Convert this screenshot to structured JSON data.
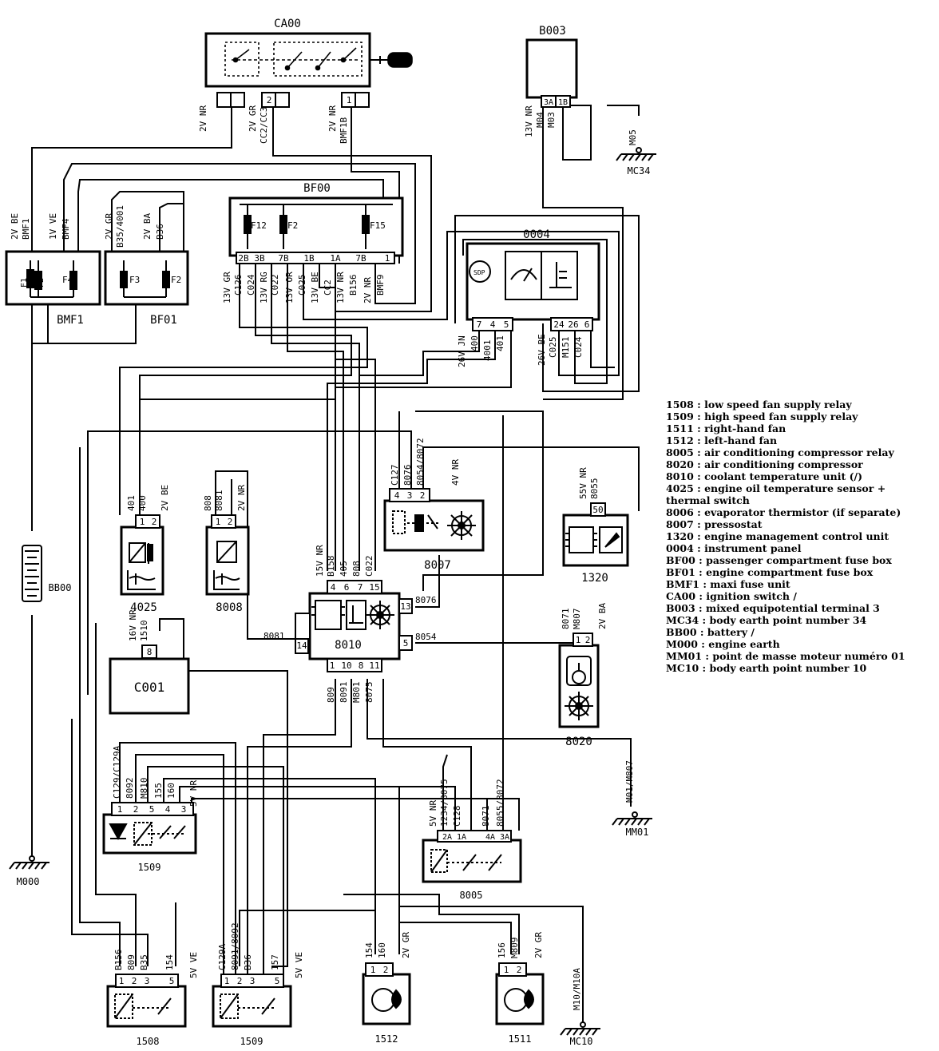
{
  "diagram": {
    "components": {
      "CA00": "CA00",
      "B003": "B003",
      "BF00": "BF00",
      "BMF1": "BMF1",
      "BF01": "BF01",
      "0004": "0004",
      "4025": "4025",
      "8008": "8008",
      "8007": "8007",
      "1320": "1320",
      "8010": "8010",
      "8020": "8020",
      "C001": "C001",
      "1509a": "1509",
      "8005": "8005",
      "1508": "1508",
      "1509b": "1509",
      "1512": "1512",
      "1511": "1511",
      "BB00": "BB00",
      "M000": "M000",
      "MC34": "MC34",
      "MM01": "MM01",
      "MC10": "MC10"
    },
    "fuses": {
      "F12": "F12",
      "F2a": "F2",
      "F15": "F15",
      "F3": "F3",
      "F2b": "F2",
      "F4": "F4",
      "F2c": "F2",
      "F1": "F1"
    },
    "wires": {
      "ca00_1": "2V NR",
      "ca00_2": "2V GR",
      "ca00_2b": "CC2/CC3",
      "ca00_3": "2V NR",
      "ca00_3b": "BMF1B",
      "b003_1": "13V NR",
      "b003_2": "M04",
      "b003_3": "M03",
      "mc34": "M05",
      "bmf1_1": "2V BE",
      "bmf1_1b": "BMF1",
      "bmf1_2": "1V VE",
      "bmf1_2b": "BMF4",
      "bf01_1": "2V GR",
      "bf01_1b": "B35/4001",
      "bf01_2": "2V BA",
      "bf01_2b": "B36",
      "bf00_1": "13V GR",
      "bf00_1b": "C126",
      "bf00_2": "C024",
      "bf00_3": "13V RG",
      "bf00_3b": "C022",
      "bf00_4": "13V OR",
      "bf00_4b": "C025",
      "bf00_5": "13V BE",
      "bf00_5b": "CC2",
      "bf00_6": "13V NR",
      "bf00_6b": "B156",
      "bf00_7": "2V NR",
      "bf00_7b": "BMF9",
      "i_1": "26V JN",
      "i_2": "400",
      "i_3": "4001",
      "i_4": "401",
      "i_5": "26V BE",
      "i_6": "C025",
      "i_7": "M151",
      "i_8": "C024",
      "t4025_1": "401",
      "t4025_2": "400",
      "t4025_3": "2V BE",
      "t8008_1": "808",
      "t8008_2": "8081",
      "t8008_3": "2V NR",
      "p8007_1": "C127",
      "p8007_2": "8076",
      "p8007_3": "8054/8072",
      "p8007_4": "4V NR",
      "e1320_1": "55V NR",
      "e1320_2": "8055",
      "u8010_1": "15V NR",
      "u8010_2": "B158",
      "u8010_3": "405",
      "u8010_4": "808",
      "u8010_5": "C022",
      "u8010_b1": "809",
      "u8010_b2": "8091",
      "u8010_b3": "M801",
      "u8010_b4": "8075",
      "u8010_r1": "8076",
      "u8010_r2": "8054",
      "u8010_l1": "8081",
      "c8020_1": "8071",
      "c8020_2": "M807",
      "c8020_3": "2V BA",
      "mm01": "M01/M807",
      "c001_1": "16V NR",
      "c001_2": "1510",
      "r1509a_1": "C129/C129A",
      "r1509a_2": "8092",
      "r1509a_3": "M810",
      "r1509a_4": "155",
      "r1509a_5": "160",
      "r1509a_6": "5V NR",
      "r8005_1": "5V NR",
      "r8005_2": "1234/8075",
      "r8005_3": "C128",
      "r8005_4": "8071",
      "r8005_5": "8055/8072",
      "r1508_1": "B156",
      "r1508_2": "809",
      "r1508_3": "B35",
      "r1508_4": "154",
      "r1508_5": "5V VE",
      "r1509b_1": "C129A",
      "r1509b_2": "8091/8092",
      "r1509b_3": "B36",
      "r1509b_4": "157",
      "r1509b_5": "5V VE",
      "f1512_1": "154",
      "f1512_2": "160",
      "f1512_3": "2V GR",
      "f1511_1": "156",
      "f1511_2": "M809",
      "f1511_3": "2V GR",
      "mc10": "M10/M10A"
    },
    "pins": {
      "ca00": [
        "2",
        "1"
      ],
      "b003": [
        "3A",
        "1B"
      ],
      "bf00": [
        "2B",
        "3B",
        "7B",
        "1B",
        "1A",
        "7B",
        "1"
      ],
      "i0004": [
        "7",
        "4",
        "5",
        "24",
        "26",
        "6"
      ],
      "t4025": [
        "1",
        "2"
      ],
      "t8008": [
        "1",
        "2"
      ],
      "p8007": [
        "4",
        "3",
        "2"
      ],
      "e1320": [
        "50"
      ],
      "u8010_top": [
        "4",
        "6",
        "7",
        "15"
      ],
      "u8010_bottom": [
        "1",
        "10",
        "8",
        "11"
      ],
      "u8010_r1": "13",
      "u8010_r2": "5",
      "u8010_l": "14",
      "c8020": [
        "1",
        "2"
      ],
      "c001": [
        "8"
      ],
      "r1509a": [
        "1",
        "2",
        "5",
        "4",
        "3"
      ],
      "r8005": [
        "2A",
        "1A",
        "4A",
        "3A"
      ],
      "r1508": [
        "1",
        "2",
        "3",
        "5"
      ],
      "r1509b": [
        "1",
        "2",
        "3",
        "5"
      ],
      "f1512": [
        "1",
        "2"
      ],
      "f1511": [
        "1",
        "2"
      ]
    },
    "icons": {
      "pressostat": "SDP"
    }
  },
  "legend": [
    "1508 : low speed fan supply relay",
    "1509 : high speed fan supply relay",
    "1511 : right-hand fan",
    "1512 : left-hand fan",
    "8005 : air conditioning compressor relay",
    "8020 : air conditioning compressor",
    "8010 : coolant temperature unit (/)",
    "4025 : engine oil temperature sensor +",
    "thermal switch",
    "8006 : evaporator thermistor (if separate)",
    "8007 : pressostat",
    "1320 : engine management control unit",
    "0004 : instrument panel",
    "BF00 : passenger compartment fuse box",
    "BF01 : engine compartment fuse box",
    "BMF1 : maxi fuse unit",
    "CA00 : ignition switch /",
    "B003 : mixed equipotential terminal 3",
    "MC34 : body earth point number 34",
    "BB00 : battery /",
    "M000 : engine earth",
    "MM01 : point de masse moteur numéro 01",
    "MC10 : body earth point number 10"
  ]
}
